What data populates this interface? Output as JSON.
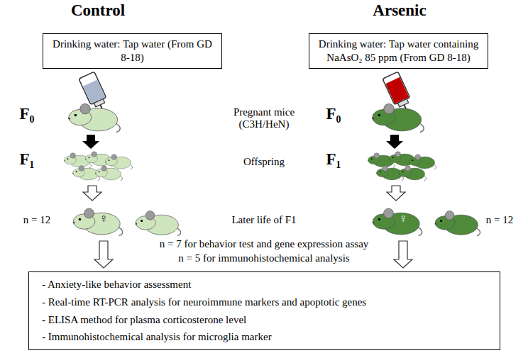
{
  "diagram": {
    "nodes": [
      {
        "text": [
          "Drinking water: Tap water (From GD 8-18)"
        ]
      },
      {
        "text": [
          "Drinking water: Tap water containing NaAsO₂ 85 ppm (From GD 8-18)"
        ]
      },
      {
        "text": [
          "- Anxiety-like behavior assessment",
          "- Real-time RT-PCR analysis for neuroimmune markers and apoptotic genes",
          "- ELISA method for plasma corticosterone level",
          "- Immunohistochemical analysis for microglia marker"
        ]
      }
    ],
    "labels": [
      "Control",
      "Arsenic",
      "F₀",
      "Pregnant mice (C3H/HeN)",
      "F₀",
      "F₁",
      "Offspring",
      "F₁",
      "n = 12",
      "♀",
      "Later life of F1",
      "♀",
      "n = 12",
      "n = 7 for behavior test and gene expression assay",
      "n = 5 for immunohistochemical analysis"
    ]
  }
}
